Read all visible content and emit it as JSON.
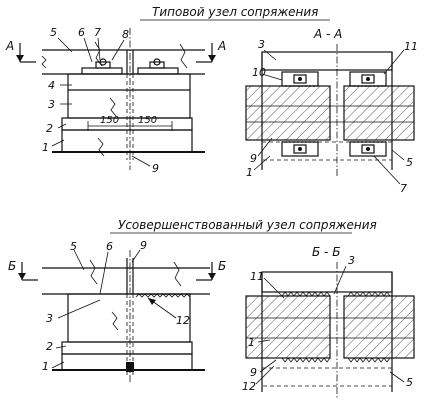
{
  "titles": {
    "top": "Типовой узел сопряжения",
    "bottom": "Усовершенствованный узел сопряжения"
  },
  "sections": {
    "aa": "А - А",
    "bb": "Б - Б",
    "a_left": "А",
    "a_right": "А",
    "b_left": "Б",
    "b_right": "Б"
  },
  "dimensions": {
    "d1": "150",
    "d2": "150"
  },
  "labels": {
    "t_1": "1",
    "t_2": "2",
    "t_3": "3",
    "t_4": "4",
    "t_5": "5",
    "t_6": "6",
    "t_7": "7",
    "t_8": "8",
    "t_9": "9",
    "aa_3": "3",
    "aa_10": "10",
    "aa_11": "11",
    "aa_9": "9",
    "aa_1": "1",
    "aa_5": "5",
    "aa_7": "7",
    "b_5": "5",
    "b_6": "6",
    "b_9": "9",
    "b_3": "3",
    "b_12": "12",
    "b_2": "2",
    "b_1": "1",
    "bb_11": "11",
    "bb_3": "3",
    "bb_1": "1",
    "bb_9": "9",
    "bb_12": "12",
    "bb_5": "5"
  }
}
